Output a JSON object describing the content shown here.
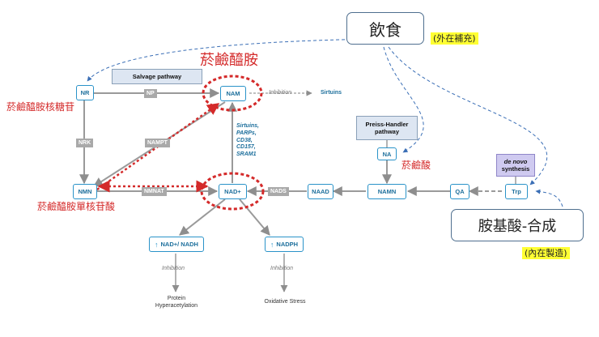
{
  "nodes": {
    "nr": "NR",
    "nam": "NAM",
    "nmn": "NMN",
    "nad": "NAD+",
    "naad": "NAAD",
    "namn": "NAMN",
    "na": "NA",
    "qa": "QA",
    "trp": "Trp",
    "nad_nadh": "NAD+/ NADH",
    "nadph": "NADPH"
  },
  "enzymes": {
    "np": "NP",
    "nrk": "NRK",
    "nampt": "NAMPT",
    "nmnat": "NMNAT",
    "nads": "NADS"
  },
  "pathways": {
    "salvage": "Salvage pathway",
    "preiss_handler": "Preiss-Handler pathway",
    "de_novo_italic": "de novo",
    "de_novo_rest": "synthesis"
  },
  "consumers": "Sirtuins, PARPs, CD38, CD157, SRAM1",
  "inhibition": {
    "nam_label": "Inhibition",
    "sirtuins": "Sirtuins",
    "left_label": "Inhibition",
    "right_label": "Inhibition"
  },
  "effects": {
    "protein": "Protein Hyperacetylation",
    "oxidative": "Oxidative Stress"
  },
  "annotations": {
    "nam_cn": "菸鹼醯胺",
    "nr_cn": "菸鹼醯胺核糖苷",
    "nmn_cn": "菸鹼醯胺單核苷酸",
    "na_cn": "菸鹼酸",
    "diet": "飲食",
    "diet_note": "(外在補充)",
    "amino": "胺基酸-合成",
    "amino_note": "(內在製造)"
  }
}
